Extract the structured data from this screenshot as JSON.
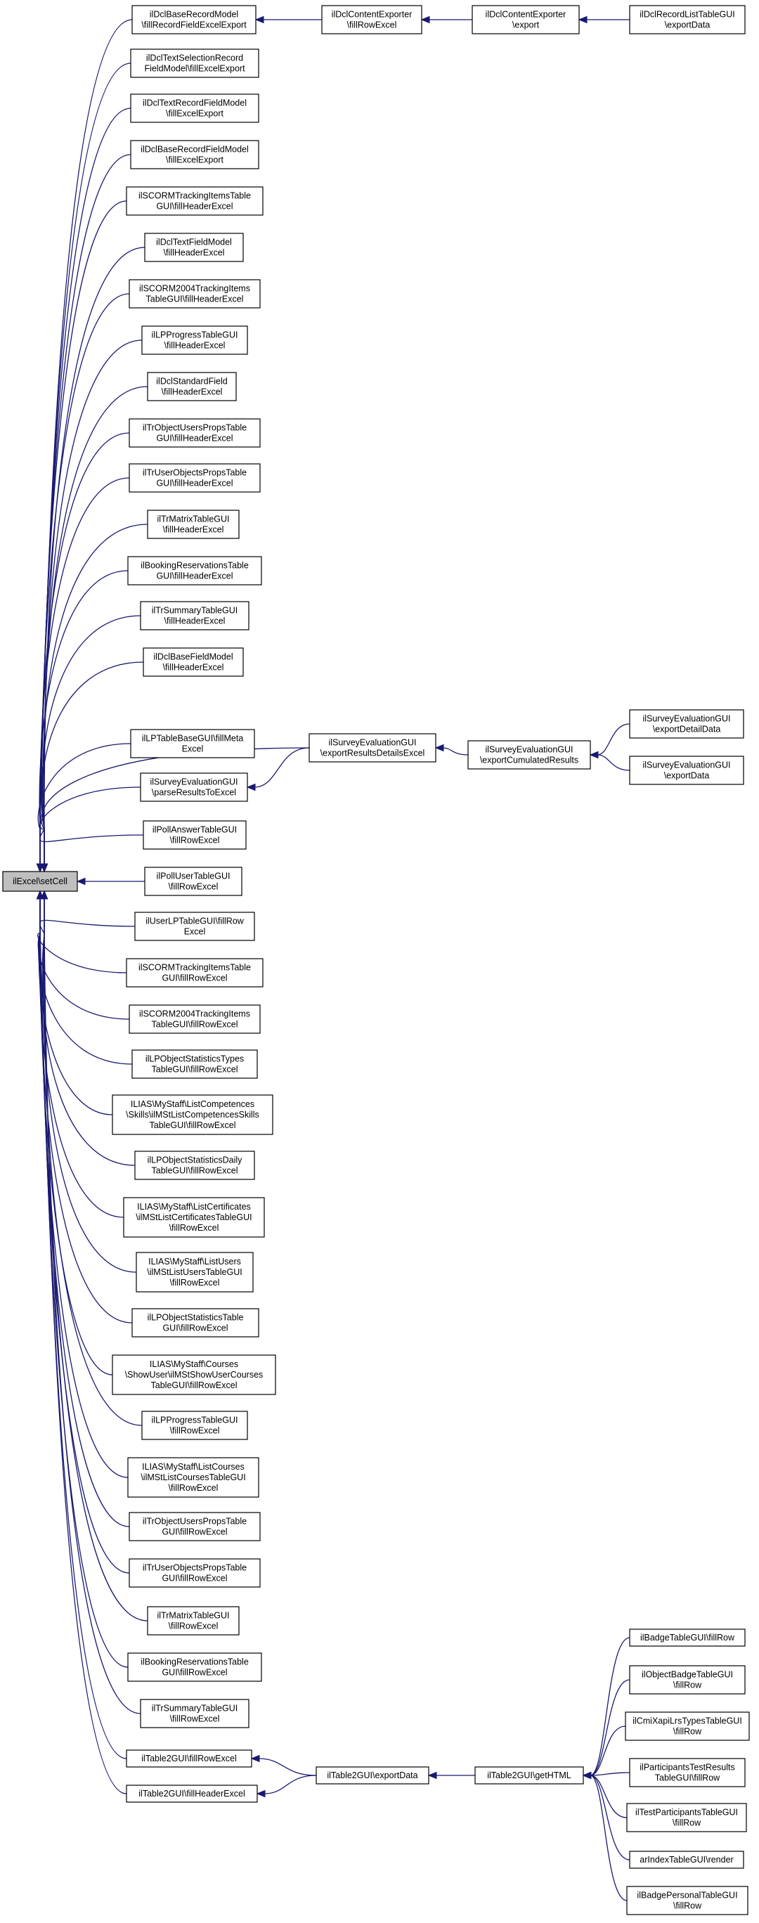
{
  "graph": {
    "edge_color": "#191970",
    "focus_fill": "#bfbfbf",
    "nodes": [
      {
        "id": "setcell",
        "lines": [
          "ilExcel\\setCell"
        ],
        "focus": true
      },
      {
        "id": "dcl_brm_fill",
        "lines": [
          "ilDclBaseRecordModel",
          "\\fillRecordFieldExcelExport"
        ]
      },
      {
        "id": "dcl_ce_fillrow",
        "lines": [
          "ilDclContentExporter",
          "\\fillRowExcel"
        ]
      },
      {
        "id": "dcl_ce_export",
        "lines": [
          "ilDclContentExporter",
          "\\export"
        ]
      },
      {
        "id": "dcl_rlt_export",
        "lines": [
          "ilDclRecordListTableGUI",
          "\\exportData"
        ]
      },
      {
        "id": "dcl_tsrf",
        "lines": [
          "ilDclTextSelectionRecord",
          "FieldModel\\fillExcelExport"
        ]
      },
      {
        "id": "dcl_trf",
        "lines": [
          "ilDclTextRecordFieldModel",
          "\\fillExcelExport"
        ]
      },
      {
        "id": "dcl_brf",
        "lines": [
          "ilDclBaseRecordFieldModel",
          "\\fillExcelExport"
        ]
      },
      {
        "id": "scorm_tit_h",
        "lines": [
          "ilSCORMTrackingItemsTable",
          "GUI\\fillHeaderExcel"
        ]
      },
      {
        "id": "dcl_tf_h",
        "lines": [
          "ilDclTextFieldModel",
          "\\fillHeaderExcel"
        ]
      },
      {
        "id": "scorm2004_h",
        "lines": [
          "ilSCORM2004TrackingItems",
          "TableGUI\\fillHeaderExcel"
        ]
      },
      {
        "id": "lpprog_h",
        "lines": [
          "ilLPProgressTableGUI",
          "\\fillHeaderExcel"
        ]
      },
      {
        "id": "dcl_sf_h",
        "lines": [
          "ilDclStandardField",
          "\\fillHeaderExcel"
        ]
      },
      {
        "id": "trobjusers_h",
        "lines": [
          "ilTrObjectUsersPropsTable",
          "GUI\\fillHeaderExcel"
        ]
      },
      {
        "id": "truserobj_h",
        "lines": [
          "ilTrUserObjectsPropsTable",
          "GUI\\fillHeaderExcel"
        ]
      },
      {
        "id": "trmatrix_h",
        "lines": [
          "ilTrMatrixTableGUI",
          "\\fillHeaderExcel"
        ]
      },
      {
        "id": "booking_h",
        "lines": [
          "ilBookingReservationsTable",
          "GUI\\fillHeaderExcel"
        ]
      },
      {
        "id": "trsummary_h",
        "lines": [
          "ilTrSummaryTableGUI",
          "\\fillHeaderExcel"
        ]
      },
      {
        "id": "dcl_bf_h",
        "lines": [
          "ilDclBaseFieldModel",
          "\\fillHeaderExcel"
        ]
      },
      {
        "id": "lptablebase",
        "lines": [
          "ilLPTableBaseGUI\\fillMeta",
          "Excel"
        ]
      },
      {
        "id": "surv_parse",
        "lines": [
          "ilSurveyEvaluationGUI",
          "\\parseResultsToExcel"
        ]
      },
      {
        "id": "surv_erde",
        "lines": [
          "ilSurveyEvaluationGUI",
          "\\exportResultsDetailsExcel"
        ]
      },
      {
        "id": "surv_ecr",
        "lines": [
          "ilSurveyEvaluationGUI",
          "\\exportCumulatedResults"
        ]
      },
      {
        "id": "surv_edd",
        "lines": [
          "ilSurveyEvaluationGUI",
          "\\exportDetailData"
        ]
      },
      {
        "id": "surv_ed",
        "lines": [
          "ilSurveyEvaluationGUI",
          "\\exportData"
        ]
      },
      {
        "id": "pollanswer",
        "lines": [
          "ilPollAnswerTableGUI",
          "\\fillRowExcel"
        ]
      },
      {
        "id": "polluser",
        "lines": [
          "ilPollUserTableGUI",
          "\\fillRowExcel"
        ]
      },
      {
        "id": "userlp",
        "lines": [
          "ilUserLPTableGUI\\fillRow",
          "Excel"
        ]
      },
      {
        "id": "scorm_tit_r",
        "lines": [
          "ilSCORMTrackingItemsTable",
          "GUI\\fillRowExcel"
        ]
      },
      {
        "id": "scorm2004_r",
        "lines": [
          "ilSCORM2004TrackingItems",
          "TableGUI\\fillRowExcel"
        ]
      },
      {
        "id": "lpobjstattypes",
        "lines": [
          "ilLPObjectStatisticsTypes",
          "TableGUI\\fillRowExcel"
        ]
      },
      {
        "id": "ms_competences",
        "lines": [
          "ILIAS\\MyStaff\\ListCompetences",
          "\\Skills\\ilMStListCompetencesSkills",
          "TableGUI\\fillRowExcel"
        ]
      },
      {
        "id": "lpobjstatdaily",
        "lines": [
          "ilLPObjectStatisticsDaily",
          "TableGUI\\fillRowExcel"
        ]
      },
      {
        "id": "ms_certificates",
        "lines": [
          "ILIAS\\MyStaff\\ListCertificates",
          "\\ilMStListCertificatesTableGUI",
          "\\fillRowExcel"
        ]
      },
      {
        "id": "ms_users",
        "lines": [
          "ILIAS\\MyStaff\\ListUsers",
          "\\ilMStListUsersTableGUI",
          "\\fillRowExcel"
        ]
      },
      {
        "id": "lpobjstat",
        "lines": [
          "ilLPObjectStatisticsTable",
          "GUI\\fillRowExcel"
        ]
      },
      {
        "id": "ms_courses_show",
        "lines": [
          "ILIAS\\MyStaff\\Courses",
          "\\ShowUser\\ilMStShowUserCourses",
          "TableGUI\\fillRowExcel"
        ]
      },
      {
        "id": "lpprog_r",
        "lines": [
          "ilLPProgressTableGUI",
          "\\fillRowExcel"
        ]
      },
      {
        "id": "ms_courses_list",
        "lines": [
          "ILIAS\\MyStaff\\ListCourses",
          "\\ilMStListCoursesTableGUI",
          "\\fillRowExcel"
        ]
      },
      {
        "id": "trobjusers_r",
        "lines": [
          "ilTrObjectUsersPropsTable",
          "GUI\\fillRowExcel"
        ]
      },
      {
        "id": "truserobj_r",
        "lines": [
          "ilTrUserObjectsPropsTable",
          "GUI\\fillRowExcel"
        ]
      },
      {
        "id": "trmatrix_r",
        "lines": [
          "ilTrMatrixTableGUI",
          "\\fillRowExcel"
        ]
      },
      {
        "id": "booking_r",
        "lines": [
          "ilBookingReservationsTable",
          "GUI\\fillRowExcel"
        ]
      },
      {
        "id": "trsummary_r",
        "lines": [
          "ilTrSummaryTableGUI",
          "\\fillRowExcel"
        ]
      },
      {
        "id": "t2_fillrow",
        "lines": [
          "ilTable2GUI\\fillRowExcel"
        ]
      },
      {
        "id": "t2_fillheader",
        "lines": [
          "ilTable2GUI\\fillHeaderExcel"
        ]
      },
      {
        "id": "t2_export",
        "lines": [
          "ilTable2GUI\\exportData"
        ]
      },
      {
        "id": "t2_gethtml",
        "lines": [
          "ilTable2GUI\\getHTML"
        ]
      },
      {
        "id": "badge_table",
        "lines": [
          "ilBadgeTableGUI\\fillRow"
        ]
      },
      {
        "id": "objbadge",
        "lines": [
          "ilObjectBadgeTableGUI",
          "\\fillRow"
        ]
      },
      {
        "id": "cmixapi",
        "lines": [
          "ilCmiXapiLrsTypesTableGUI",
          "\\fillRow"
        ]
      },
      {
        "id": "participants_results",
        "lines": [
          "ilParticipantsTestResults",
          "TableGUI\\fillRow"
        ]
      },
      {
        "id": "test_participants",
        "lines": [
          "ilTestParticipantsTableGUI",
          "\\fillRow"
        ]
      },
      {
        "id": "arindex",
        "lines": [
          "arIndexTableGUI\\render"
        ]
      },
      {
        "id": "badge_personal",
        "lines": [
          "ilBadgePersonalTableGUI",
          "\\fillRow"
        ]
      }
    ]
  }
}
